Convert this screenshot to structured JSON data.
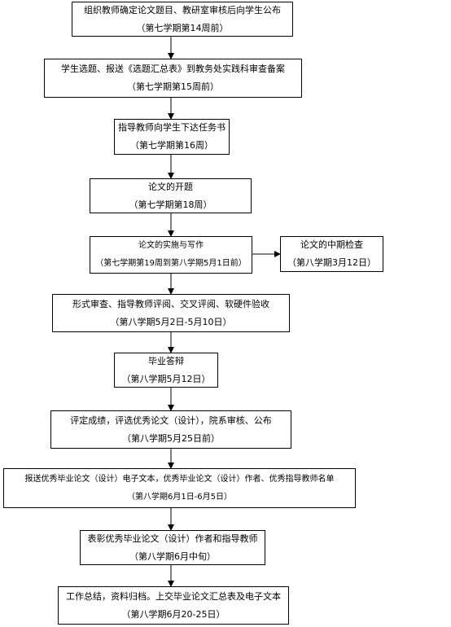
{
  "steps": [
    {
      "title": "组织教师确定论文题目、教研室审核后向学生公布",
      "time": "（第七学期第14周前）"
    },
    {
      "title": "学生选题、报送《选题汇总表》到教务处实践科审查备案",
      "time": "（第七学期第15周前）"
    },
    {
      "title": "指导教师向学生下达任务书",
      "time": "（第七学期第16周）"
    },
    {
      "title": "论文的开题",
      "time": "（第七学期第18周）"
    },
    {
      "title": "论文的实施与写作",
      "time": "（第七学期第19周到第八学期5月1日前）"
    },
    {
      "title": "论文的中期检查",
      "time": "（第八学期3月12日）"
    },
    {
      "title": "形式审查、指导教师评阅、交叉评阅、软硬件验收",
      "time": "（第八学期5月2日-5月10日）"
    },
    {
      "title": "毕业答辩",
      "time": "（第八学期5月12日）"
    },
    {
      "title": "评定成绩，评选优秀论文（设计），院系审核、公布",
      "time": "（第八学期5月25日前）"
    },
    {
      "title": "报送优秀毕业论文（设计）电子文本，优秀毕业论文（设计）作者、优秀指导教师名单",
      "time": "（第八学期6月1日-6月5日）"
    },
    {
      "title": "表彰优秀毕业论文（设计）作者和指导教师",
      "time": "（第八学期6月中旬）"
    },
    {
      "title": "工作总结，资料归档。上交毕业论文汇总表及电子文本",
      "time": "（第八学期6月20-25日）"
    }
  ]
}
